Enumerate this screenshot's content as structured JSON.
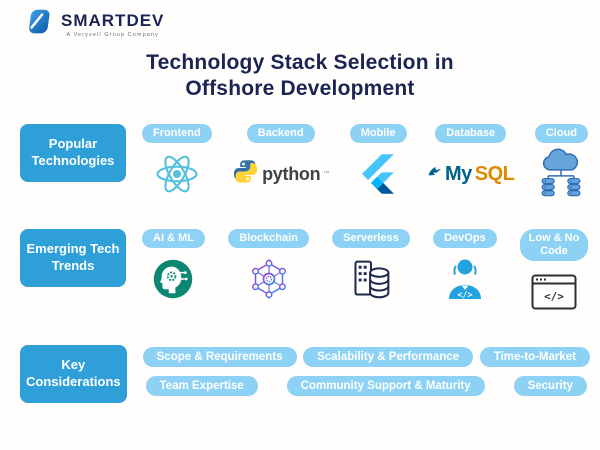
{
  "header": {
    "brand": "SMARTDEV",
    "tagline": "A Verysell Group Company"
  },
  "title": {
    "line1": "Technology Stack Selection in",
    "line2": "Offshore Development"
  },
  "glyphs": {
    "code": "</>"
  },
  "colors": {
    "label_box": "#2F9FD8",
    "pill": "#8DD2F4",
    "title_navy": "#1B2553",
    "react_cyan": "#53C1DE",
    "python_blue": "#3672A5",
    "python_yellow": "#FFD43B",
    "flutter_blue": "#47C5FB",
    "flutter_dark": "#00569E",
    "mysql_blue": "#00618A",
    "mysql_orange": "#DE8A00",
    "ai_ml_green": "#0C8772",
    "devops_blue": "#22A3DF",
    "cloud_blue": "#66A5DC",
    "serverless_navy": "#1E2A4D"
  },
  "rows": [
    {
      "label": "Popular Technologies",
      "items": [
        {
          "pill": "Frontend",
          "icon": "react"
        },
        {
          "pill": "Backend",
          "icon": "python",
          "wordmark": "python",
          "tm": "™"
        },
        {
          "pill": "Mobile",
          "icon": "flutter"
        },
        {
          "pill": "Database",
          "icon": "mysql",
          "my": "My",
          "sql": "SQL"
        },
        {
          "pill": "Cloud",
          "icon": "cloud-servers"
        }
      ]
    },
    {
      "label": "Emerging Tech Trends",
      "items": [
        {
          "pill": "AI & ML",
          "icon": "ai-ml"
        },
        {
          "pill": "Blockchain",
          "icon": "blockchain"
        },
        {
          "pill": "Serverless",
          "icon": "serverless"
        },
        {
          "pill": "DevOps",
          "icon": "devops"
        },
        {
          "pill": "Low & No Code",
          "icon": "low-no-code"
        }
      ]
    },
    {
      "label": "Key Considerations",
      "pills": [
        "Scope & Requirements",
        "Scalability & Performance",
        "Time-to-Market",
        "Team Expertise",
        "Community Support & Maturity",
        "Security"
      ]
    }
  ]
}
